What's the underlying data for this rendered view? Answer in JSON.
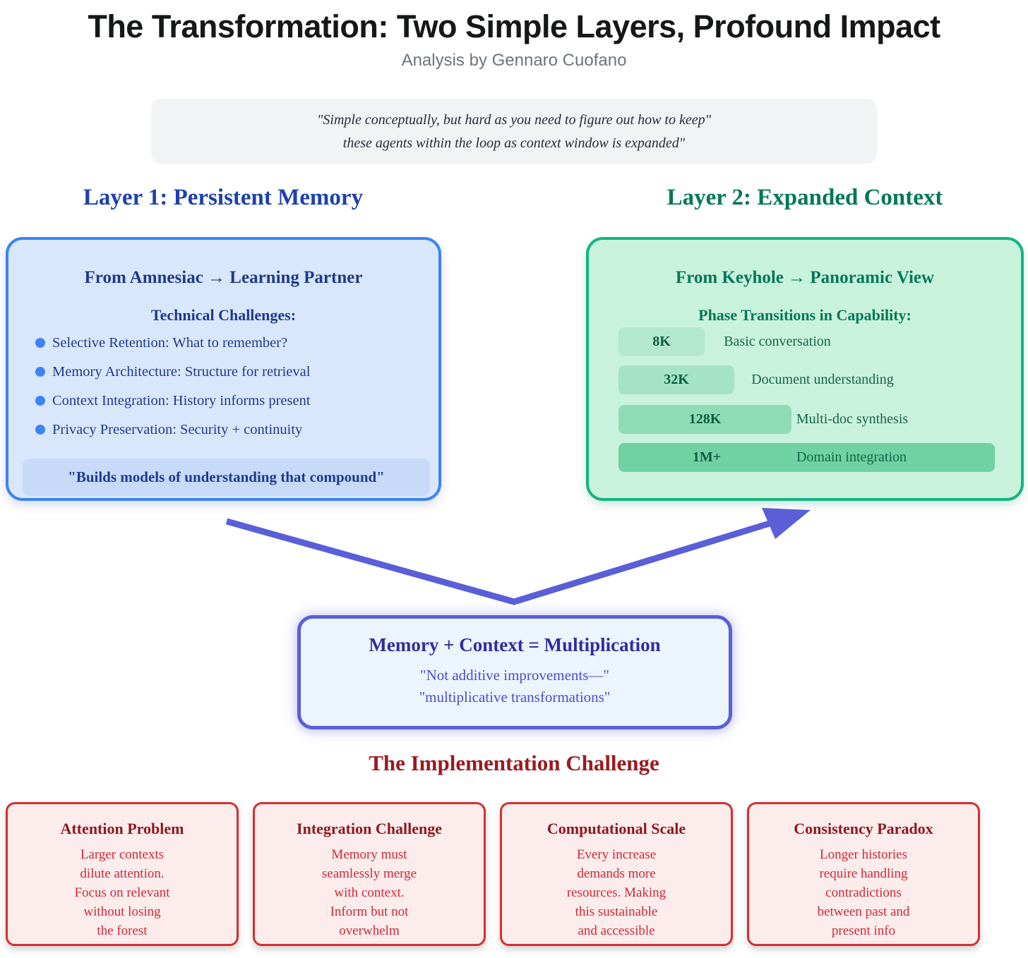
{
  "page": {
    "title": "The Transformation: Two Simple Layers, Profound Impact",
    "subtitle": "Analysis by Gennaro Cuofano"
  },
  "top_quote": {
    "line1": "\"Simple conceptually, but hard as you need to figure out how to keep\"",
    "line2": "these agents within the loop as context window is expanded\""
  },
  "layer1": {
    "heading": "Layer 1: Persistent Memory",
    "box": {
      "from_line": "From Amnesiac → Learning Partner",
      "section_heading": "Technical Challenges:",
      "bullets": [
        "Selective Retention: What to remember?",
        "Memory Architecture: Structure for retrieval",
        "Context Integration: History informs present",
        "Privacy Preservation: Security + continuity"
      ],
      "quote": "\"Builds models of understanding that compound\""
    }
  },
  "layer2": {
    "heading": "Layer 2: Expanded Context",
    "box": {
      "from_line": "From Keyhole → Panoramic View",
      "section_heading": "Phase Transitions in Capability:",
      "bars": [
        {
          "label": "8K",
          "description": "Basic conversation"
        },
        {
          "label": "32K",
          "description": "Document understanding"
        },
        {
          "label": "128K",
          "description": "Multi-doc synthesis"
        },
        {
          "label": "1M+",
          "description": "Domain integration"
        }
      ]
    }
  },
  "multiplication": {
    "title": "Memory + Context = Multiplication",
    "quote_line1": "\"Not additive improvements—\"",
    "quote_line2": "\"multiplicative transformations\""
  },
  "challenges": {
    "heading": "The Implementation Challenge",
    "boxes": [
      {
        "title": "Attention Problem",
        "lines": [
          "Larger contexts",
          "dilute attention.",
          "Focus on relevant",
          "without losing",
          "the forest"
        ]
      },
      {
        "title": "Integration Challenge",
        "lines": [
          "Memory must",
          "seamlessly merge",
          "with context.",
          "Inform but not",
          "overwhelm"
        ]
      },
      {
        "title": "Computational Scale",
        "lines": [
          "Every increase",
          "demands more",
          "resources. Making",
          "this sustainable",
          "and accessible"
        ]
      },
      {
        "title": "Consistency Paradox",
        "lines": [
          "Longer histories",
          "require handling",
          "contradictions",
          "between past and",
          "present info"
        ]
      }
    ]
  },
  "colors": {
    "layer1_accent": "#3e83f2",
    "layer1_text": "#1e3a8a",
    "layer2_accent": "#12b583",
    "layer2_text": "#047857",
    "arrow": "#5a5fd8",
    "multiplication_text": "#312da0",
    "challenge_accent": "#d52f2f",
    "challenge_title": "#8e1820",
    "bar_colors": [
      "#b3e8ce",
      "#a5e3c6",
      "#8edcb6",
      "#70d1a2"
    ]
  }
}
